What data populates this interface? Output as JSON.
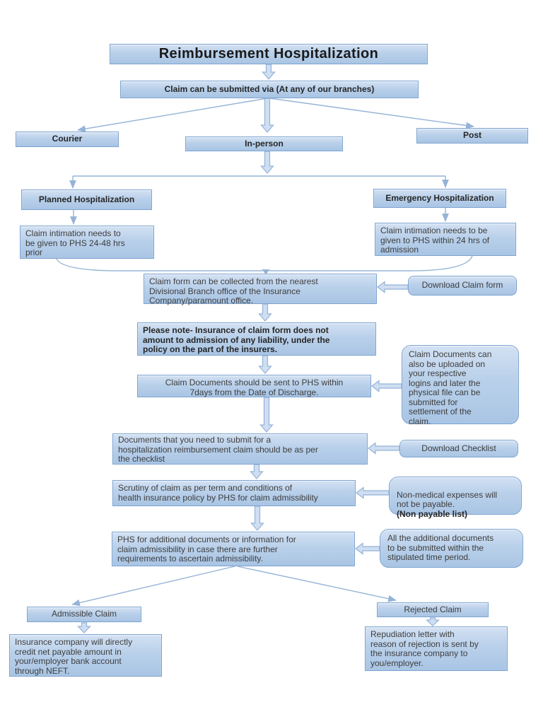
{
  "palette": {
    "box_fill_top": "#d3e1f3",
    "box_fill_bottom": "#a9c5e4",
    "box_border": "#7ea4d0",
    "connector": "#95b3d7",
    "arrow_fill": "#cfdef2",
    "text": "#3d3d3d",
    "heading_text": "#262626"
  },
  "nodes": {
    "title": {
      "text": "Reimbursement Hospitalization"
    },
    "submit_via": {
      "text": "Claim can be submitted via (At any of our branches)"
    },
    "courier": {
      "text": "Courier"
    },
    "in_person": {
      "text": "In-person"
    },
    "post": {
      "text": "Post"
    },
    "planned": {
      "text": "Planned Hospitalization"
    },
    "emergency": {
      "text": "Emergency Hospitalization"
    },
    "intimation_planned": {
      "text": "Claim intimation needs to\nbe given to PHS 24-48 hrs\nprior"
    },
    "intimation_emergency": {
      "text": "Claim intimation needs to be\ngiven to PHS within 24 hrs of\nadmission"
    },
    "claim_form": {
      "text": "Claim form can be collected from the nearest\nDivisional Branch office of the Insurance\nCompany/paramount office."
    },
    "download_claim_form": {
      "text": "Download Claim form"
    },
    "please_note": {
      "text": "Please note- Insurance of claim form does not\namount to admission of any liability, under the\npolicy on the part of the insurers."
    },
    "claim_documents": {
      "text": "Claim Documents should be sent to PHS within\n7days from the Date of Discharge."
    },
    "upload_note": {
      "text": "Claim Documents can\nalso be uploaded on\nyour respective\nlogins and later the\nphysical file can be\nsubmitted for\nsettlement of the\nclaim."
    },
    "checklist": {
      "text": "Documents that you need to submit for a\nhospitalization reimbursement claim should be as per\nthe checklist"
    },
    "download_checklist": {
      "text": "Download Checklist"
    },
    "scrutiny": {
      "text": "Scrutiny of claim as per term and conditions of\nhealth insurance policy by PHS for claim admissibility"
    },
    "non_medical": {
      "line1": "Non-medical expenses will\nnot be payable.",
      "line2": "(Non payable list)"
    },
    "phs_additional": {
      "text": "PHS for additional documents or information for\nclaim admissibility in case there are further\nrequirements to ascertain admissibility."
    },
    "additional_docs": {
      "text": "All the additional documents\nto be submitted within the\nstipulated time period."
    },
    "admissible": {
      "text": "Admissible Claim"
    },
    "rejected": {
      "text": "Rejected Claim"
    },
    "neft": {
      "text": "Insurance company will directly\ncredit net payable amount in\nyour/employer bank account\nthrough NEFT."
    },
    "repudiation": {
      "text": "Repudiation letter with\nreason of rejection is sent by\nthe insurance company to\nyou/employer."
    }
  },
  "edges": [
    {
      "from": "title",
      "to": "submit_via",
      "style": "block-arrow"
    },
    {
      "from": "submit_via",
      "to": "courier",
      "style": "line-arrow"
    },
    {
      "from": "submit_via",
      "to": "in_person",
      "style": "block-arrow"
    },
    {
      "from": "submit_via",
      "to": "post",
      "style": "line-arrow"
    },
    {
      "from": "in_person",
      "to": "planned",
      "style": "elbow-arrow"
    },
    {
      "from": "in_person",
      "to": "emergency",
      "style": "elbow-arrow"
    },
    {
      "from": "planned",
      "to": "intimation_planned",
      "style": "line-arrow"
    },
    {
      "from": "emergency",
      "to": "intimation_emergency",
      "style": "line-arrow"
    },
    {
      "from": "intimation_planned",
      "to": "claim_form",
      "style": "curved-arrow"
    },
    {
      "from": "intimation_emergency",
      "to": "claim_form",
      "style": "curved-arrow"
    },
    {
      "from": "download_claim_form",
      "to": "claim_form",
      "style": "outline-arrow"
    },
    {
      "from": "claim_form",
      "to": "please_note",
      "style": "block-arrow"
    },
    {
      "from": "please_note",
      "to": "claim_documents",
      "style": "block-arrow"
    },
    {
      "from": "upload_note",
      "to": "claim_documents",
      "style": "outline-arrow"
    },
    {
      "from": "claim_documents",
      "to": "checklist",
      "style": "block-arrow"
    },
    {
      "from": "download_checklist",
      "to": "checklist",
      "style": "outline-arrow"
    },
    {
      "from": "checklist",
      "to": "scrutiny",
      "style": "block-arrow"
    },
    {
      "from": "non_medical",
      "to": "scrutiny",
      "style": "outline-arrow"
    },
    {
      "from": "scrutiny",
      "to": "phs_additional",
      "style": "block-arrow"
    },
    {
      "from": "additional_docs",
      "to": "phs_additional",
      "style": "outline-arrow"
    },
    {
      "from": "phs_additional",
      "to": "admissible",
      "style": "line-arrow"
    },
    {
      "from": "phs_additional",
      "to": "rejected",
      "style": "line-arrow"
    },
    {
      "from": "admissible",
      "to": "neft",
      "style": "block-arrow"
    },
    {
      "from": "rejected",
      "to": "repudiation",
      "style": "block-arrow"
    }
  ]
}
